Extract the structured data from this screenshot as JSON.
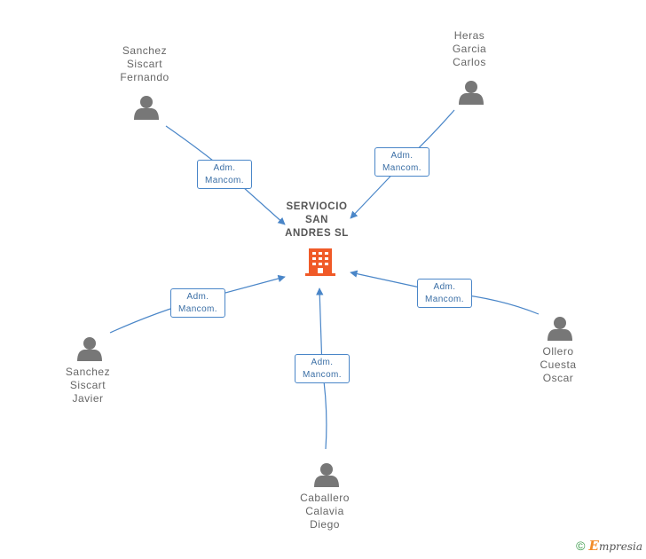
{
  "center": {
    "name_lines": [
      "SERVIOCIO",
      "SAN",
      "ANDRES SL"
    ],
    "icon": "building-icon",
    "color": "#f05a28"
  },
  "people": [
    {
      "id": "sanchez-siscart-fernando",
      "name_lines": [
        "Sanchez",
        "Siscart",
        "Fernando"
      ],
      "relation_lines": [
        "Adm.",
        "Mancom."
      ],
      "icon": "person-icon"
    },
    {
      "id": "heras-garcia-carlos",
      "name_lines": [
        "Heras",
        "Garcia",
        "Carlos"
      ],
      "relation_lines": [
        "Adm.",
        "Mancom."
      ],
      "icon": "person-icon"
    },
    {
      "id": "sanchez-siscart-javier",
      "name_lines": [
        "Sanchez",
        "Siscart",
        "Javier"
      ],
      "relation_lines": [
        "Adm.",
        "Mancom."
      ],
      "icon": "person-icon"
    },
    {
      "id": "caballero-calavia-diego",
      "name_lines": [
        "Caballero",
        "Calavia",
        "Diego"
      ],
      "relation_lines": [
        "Adm.",
        "Mancom."
      ],
      "icon": "person-icon"
    },
    {
      "id": "ollero-cuesta-oscar",
      "name_lines": [
        "Ollero",
        "Cuesta",
        "Oscar"
      ],
      "relation_lines": [
        "Adm.",
        "Mancom."
      ],
      "icon": "person-icon"
    }
  ],
  "colors": {
    "edge": "#4a86c8",
    "person": "#777777",
    "label": "#666666"
  },
  "footer": {
    "copyright": "©",
    "brand_initial": "E",
    "brand_rest": "mpresia"
  }
}
